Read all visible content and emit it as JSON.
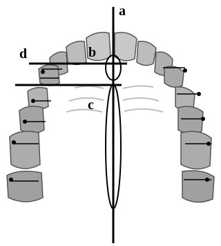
{
  "labels": {
    "a": "a",
    "b": "b",
    "c": "c",
    "d": "d"
  },
  "colors": {
    "ink": "#000000",
    "tooth_fill": "#bdbdbd",
    "tooth_light": "#e6e6e6",
    "tooth_dark": "#7a7a7a",
    "background": "#ffffff"
  }
}
